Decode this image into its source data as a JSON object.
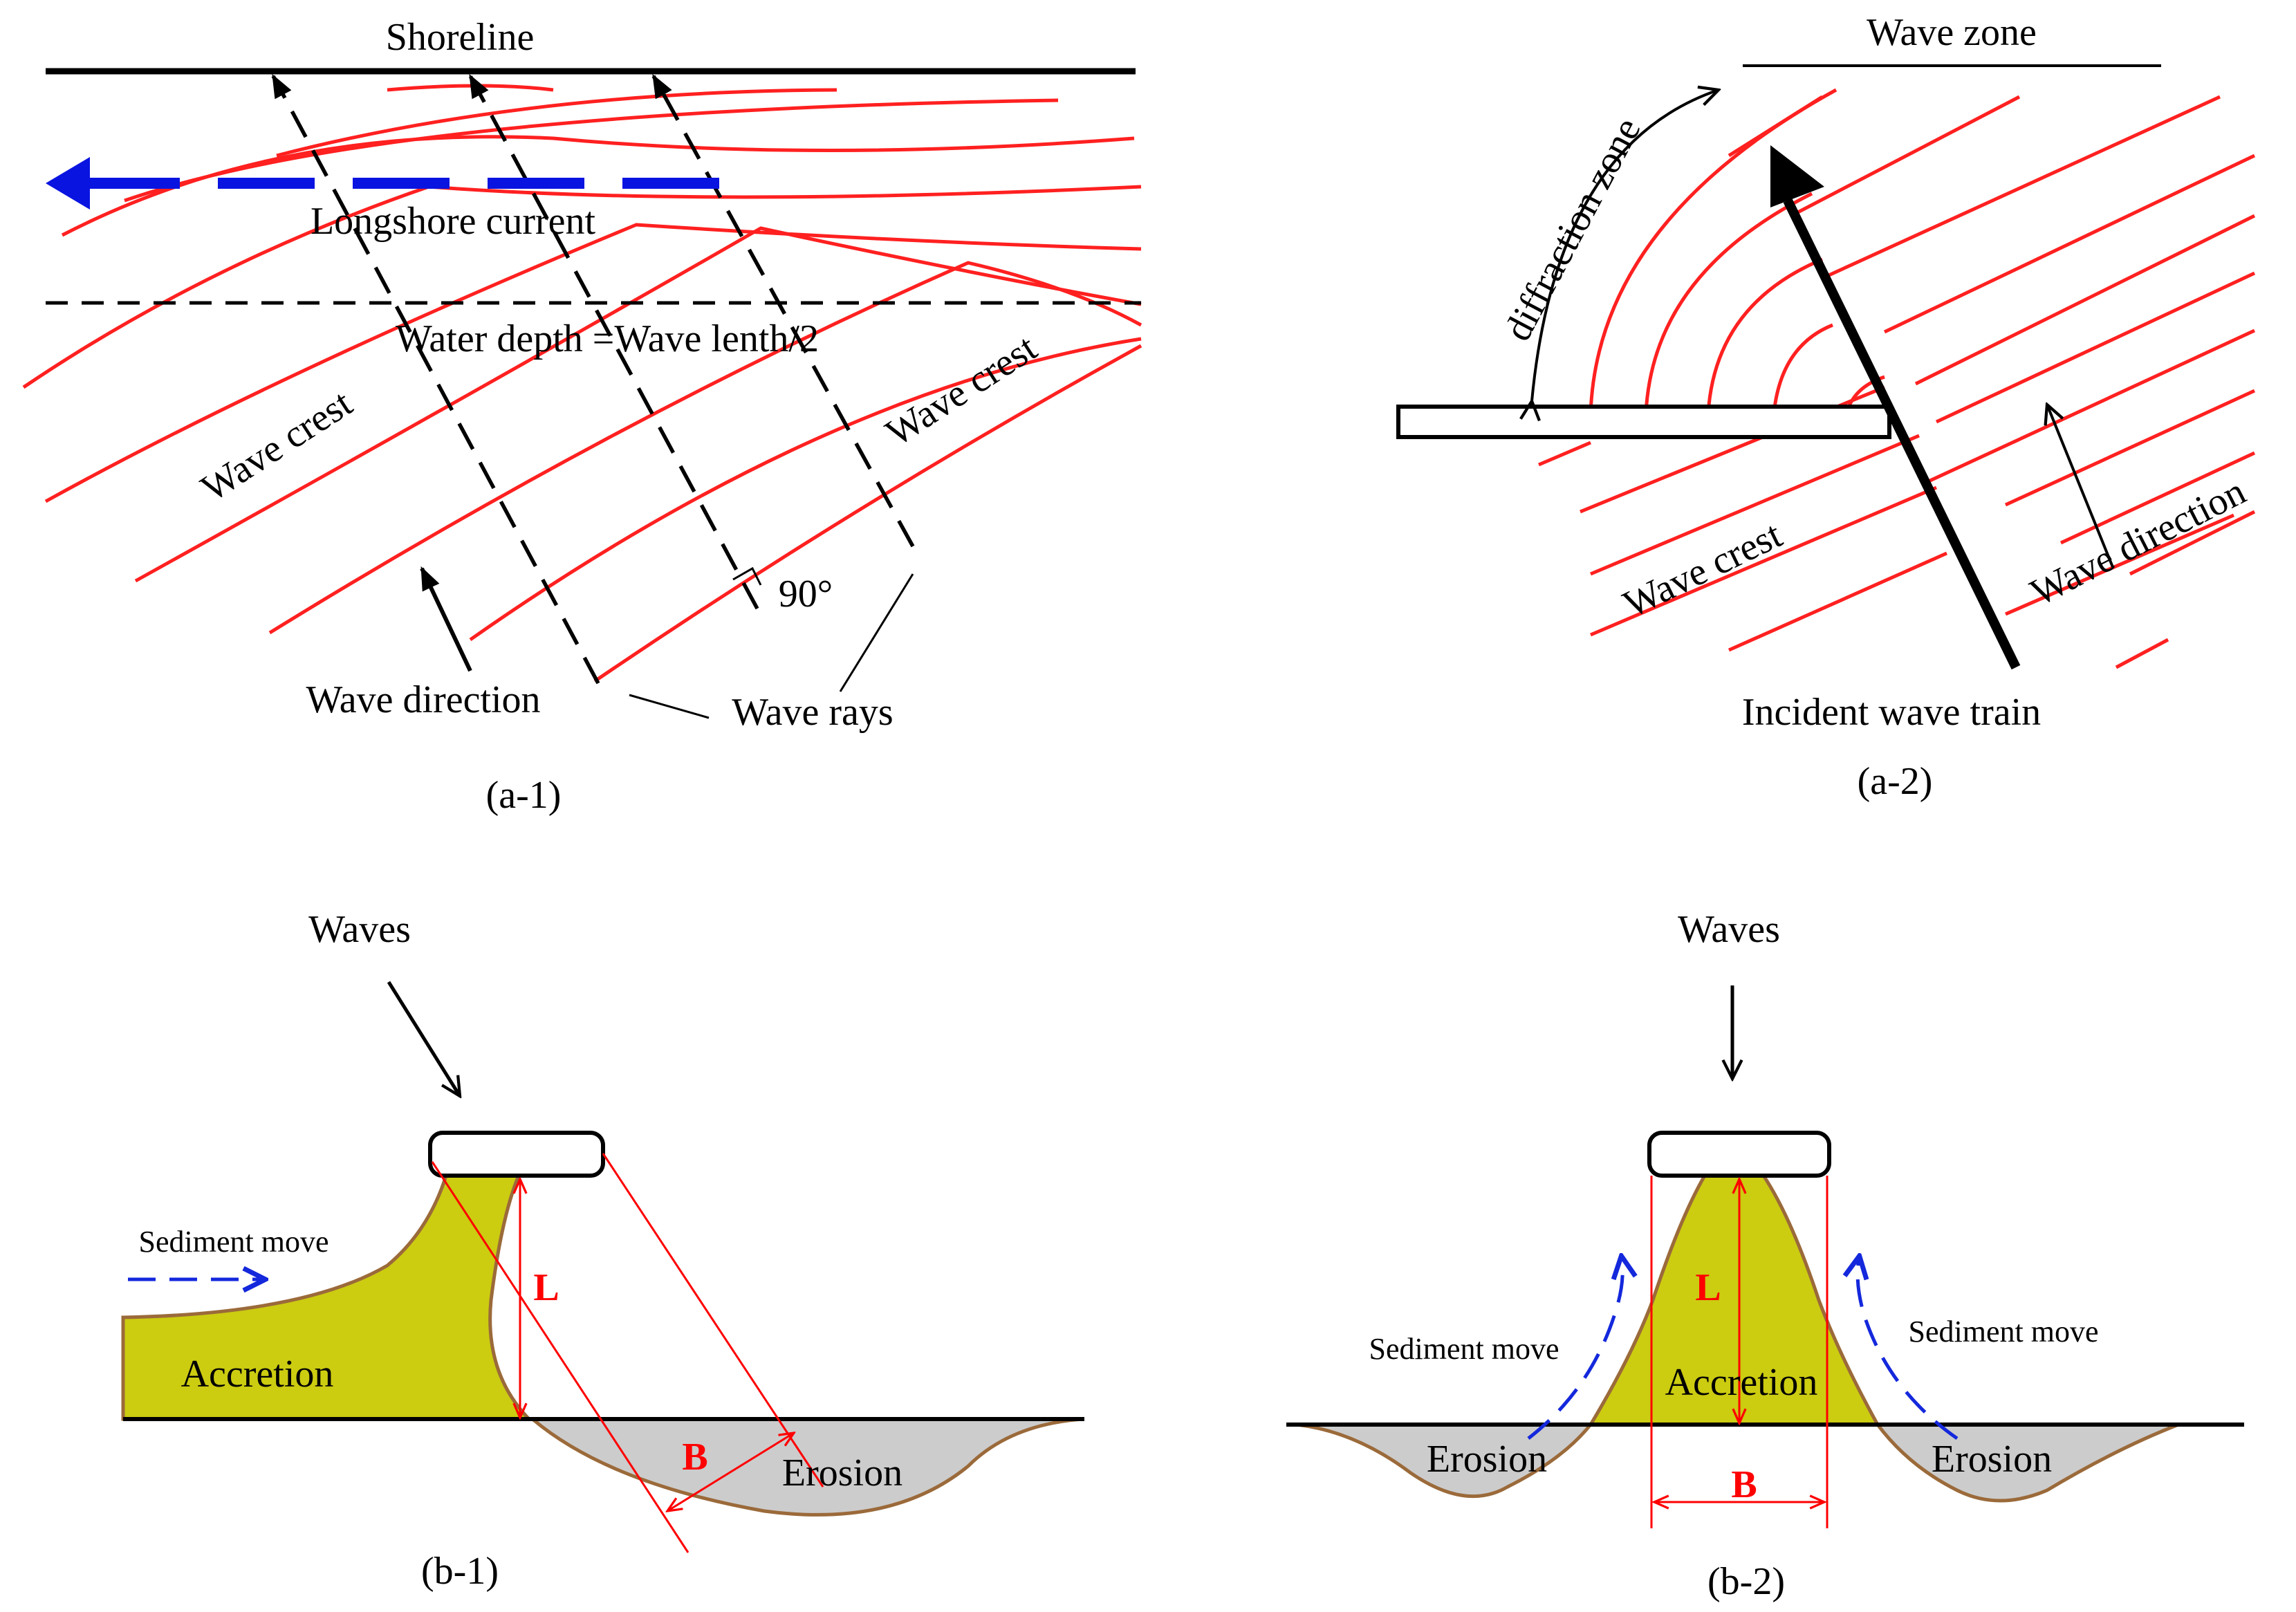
{
  "colors": {
    "wave_crest": "#ff2020",
    "longshore_arrow": "#0a14e0",
    "sediment_arrow": "#1428dc",
    "accretion_fill": "#cccc11",
    "erosion_fill": "#cccccc",
    "sediment_outline": "#9b6a3a",
    "dimension": "#ff0000",
    "ink": "#000000"
  },
  "panel_a1": {
    "caption": "(a-1)",
    "shoreline": "Shoreline",
    "longshore_current": "Longshore current",
    "water_depth": "Water depth =Wave lenth/2",
    "wave_crest_left": "Wave crest",
    "wave_crest_right": "Wave crest",
    "angle": "90°",
    "wave_direction": "Wave direction",
    "wave_rays": "Wave rays"
  },
  "panel_a2": {
    "caption": "(a-2)",
    "wave_zone": "Wave zone",
    "diffraction_zone": "diffraction zone",
    "wave_crest": "Wave crest",
    "wave_direction": "Wave direction",
    "incident_wave_train": "Incident wave train"
  },
  "panel_b1": {
    "caption": "(b-1)",
    "waves": "Waves",
    "sediment_move": "Sediment move",
    "accretion": "Accretion",
    "erosion": "Erosion",
    "length": "L",
    "breadth": "B"
  },
  "panel_b2": {
    "caption": "(b-2)",
    "waves": "Waves",
    "sediment_move_left": "Sediment move",
    "sediment_move_right": "Sediment move",
    "accretion": "Accretion",
    "erosion_left": "Erosion",
    "erosion_right": "Erosion",
    "length": "L",
    "breadth": "B"
  }
}
